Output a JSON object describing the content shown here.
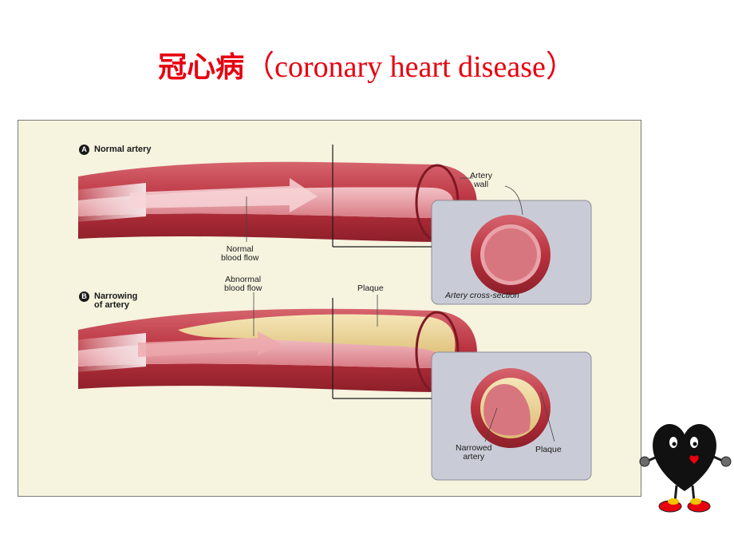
{
  "slide": {
    "title_cn": "冠心病",
    "title_en": "（coronary heart disease）"
  },
  "figure": {
    "panel_a": {
      "badge": "A",
      "title": "Normal artery"
    },
    "panel_b": {
      "badge": "B",
      "title": "Narrowing\nof artery"
    },
    "labels": {
      "artery_wall": "Artery\nwall",
      "normal_flow": "Normal\nblood flow",
      "abnormal_flow": "Abnormal\nblood flow",
      "plaque_top": "Plaque",
      "cross_section": "Artery cross-section",
      "narrowed_artery": "Narrowed\nartery",
      "plaque_bottom": "Plaque"
    }
  },
  "colors": {
    "title": "#e8000f",
    "artery_outer": "#b8323e",
    "artery_inner": "#e0848c",
    "plaque": "#ead39a",
    "inset_bg": "#c9ccd6",
    "figure_bg": "#f6f3df"
  },
  "icons": [
    "heart-mascot-icon"
  ]
}
